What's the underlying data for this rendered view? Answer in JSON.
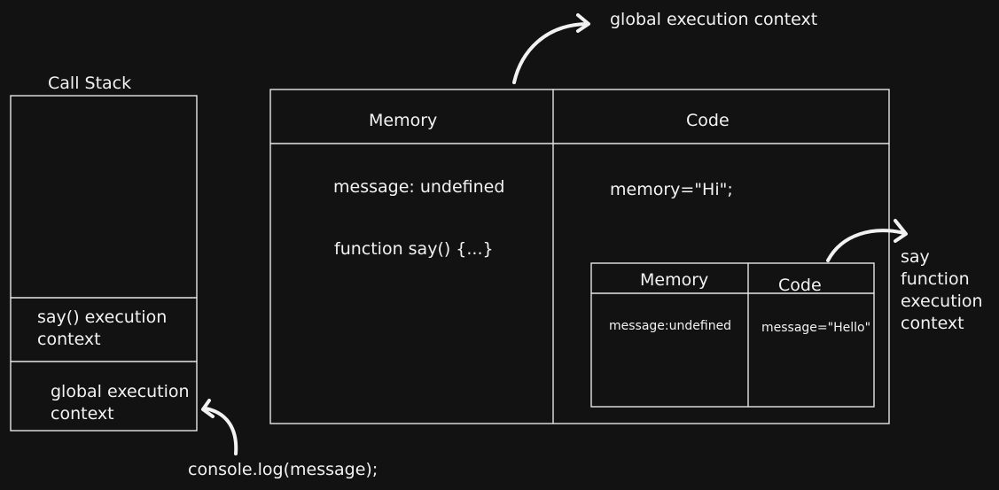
{
  "call_stack": {
    "title": "Call Stack",
    "frames": [
      "say() execution context",
      "global execution context"
    ]
  },
  "global_context": {
    "label": "global execution context",
    "memory_header": "Memory",
    "code_header": "Code",
    "memory_items": [
      "message: undefined",
      "function say() {...}"
    ],
    "code_items": [
      "memory=\"Hi\";"
    ]
  },
  "say_context": {
    "label": "say function execution context",
    "memory_header": "Memory",
    "code_header": "Code",
    "memory_item": "message:undefined",
    "code_item": "message=\"Hello\""
  },
  "console_log": "console.log(message);",
  "colors": {
    "background": "#121212",
    "stroke": "#e6e6e6",
    "text": "#f2f2f2"
  }
}
